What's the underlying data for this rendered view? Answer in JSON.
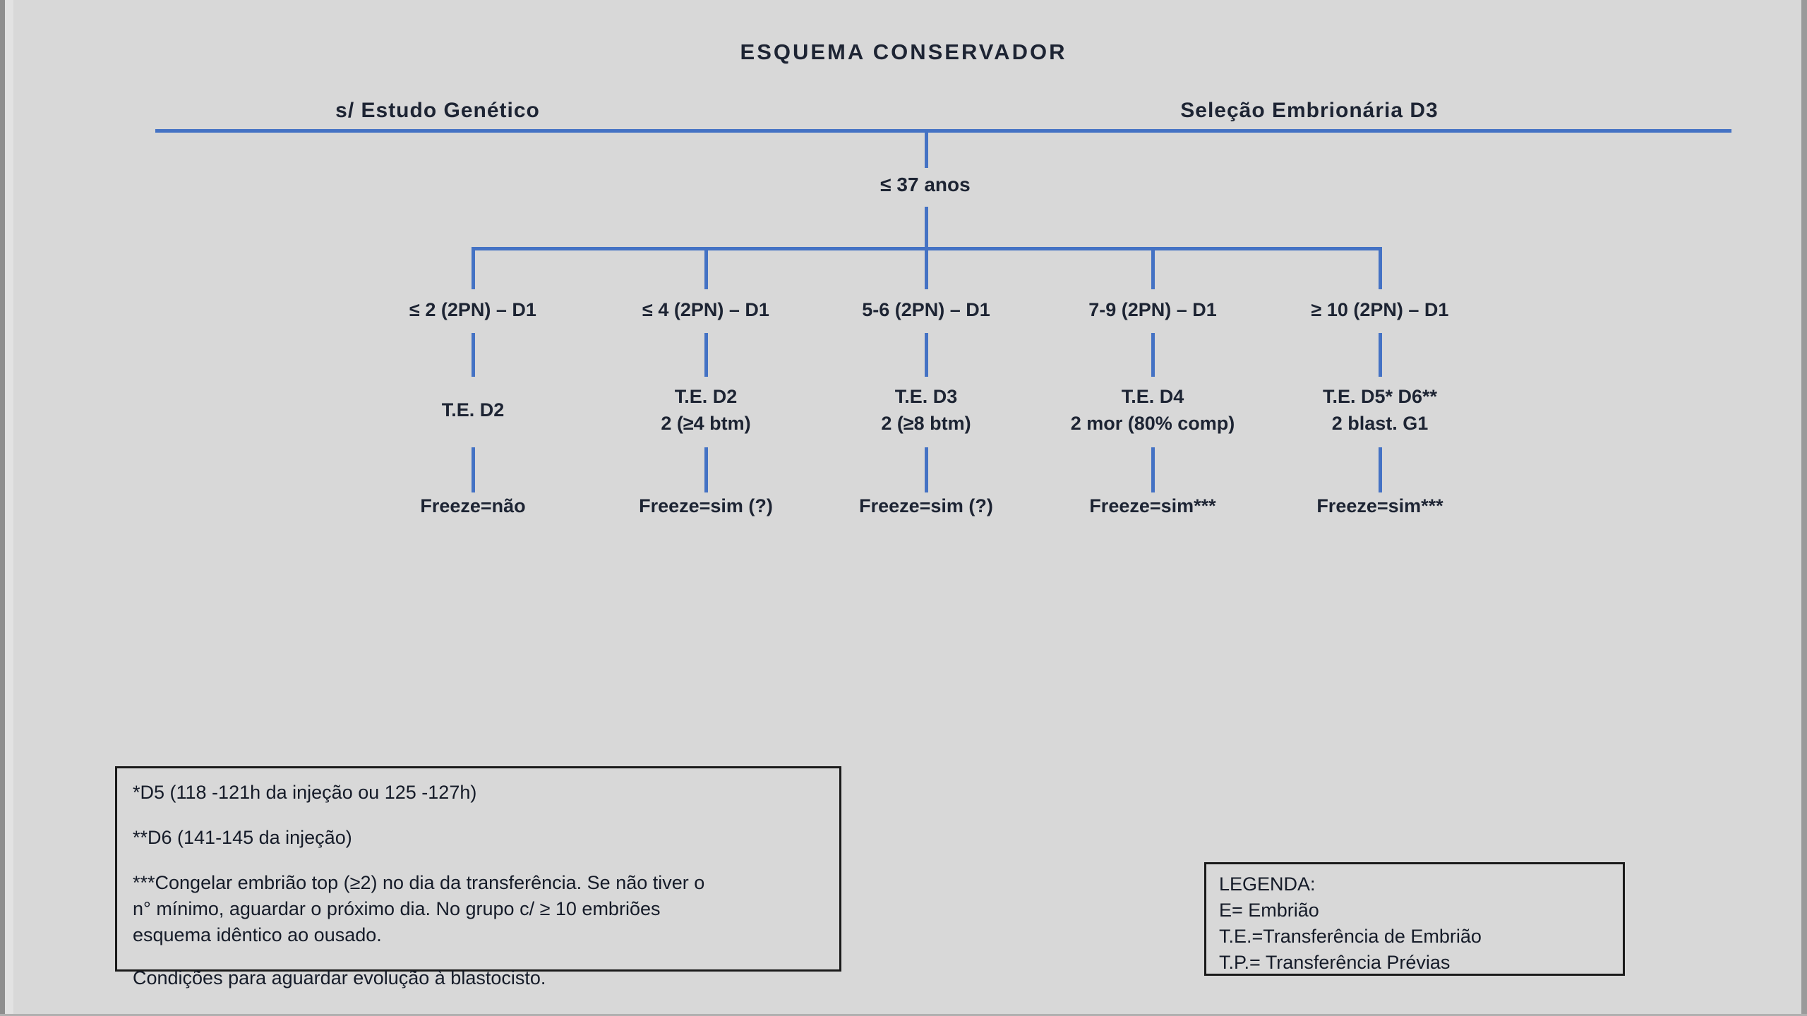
{
  "title": "ESQUEMA CONSERVADOR",
  "headers": {
    "left": "s/ Estudo Genético",
    "right": "Seleção Embrionária D3"
  },
  "tree": {
    "root": "≤ 37 anos",
    "columns": [
      {
        "branch": "≤ 2 (2PN) – D1",
        "te1": "T.E. D2",
        "te2": "",
        "freeze": "Freeze=não"
      },
      {
        "branch": "≤ 4 (2PN) – D1",
        "te1": "T.E. D2",
        "te2": "2 (≥4 btm)",
        "freeze": "Freeze=sim (?)"
      },
      {
        "branch": "5-6 (2PN) – D1",
        "te1": "T.E. D3",
        "te2": "2 (≥8 btm)",
        "freeze": "Freeze=sim (?)"
      },
      {
        "branch": "7-9 (2PN) – D1",
        "te1": "T.E. D4",
        "te2": "2 mor (80% comp)",
        "freeze": "Freeze=sim***"
      },
      {
        "branch": "≥ 10 (2PN) – D1",
        "te1": "T.E. D5* D6**",
        "te2": "2 blast. G1",
        "freeze": "Freeze=sim***"
      }
    ]
  },
  "footnotes": {
    "line1": "*D5 (118 -121h da injeção ou 125 -127h)",
    "line2": "**D6 (141-145 da injeção)",
    "line3": "***Congelar embrião top (≥2) no dia da transferência. Se não tiver o n° mínimo, aguardar o próximo dia. No grupo c/ ≥ 10 embriões esquema idêntico ao ousado.",
    "line4": "Condições para aguardar evolução à blastocisto."
  },
  "legend": {
    "title": "LEGENDA:",
    "items": [
      "E= Embrião",
      "T.E.=Transferência de Embrião",
      "T.P.= Transferência Prévias"
    ]
  },
  "colors": {
    "line_blue": "#4472c4",
    "text_dark": "#1d2433",
    "background": "#d8d8d8",
    "box_border": "#1a1a1a"
  }
}
